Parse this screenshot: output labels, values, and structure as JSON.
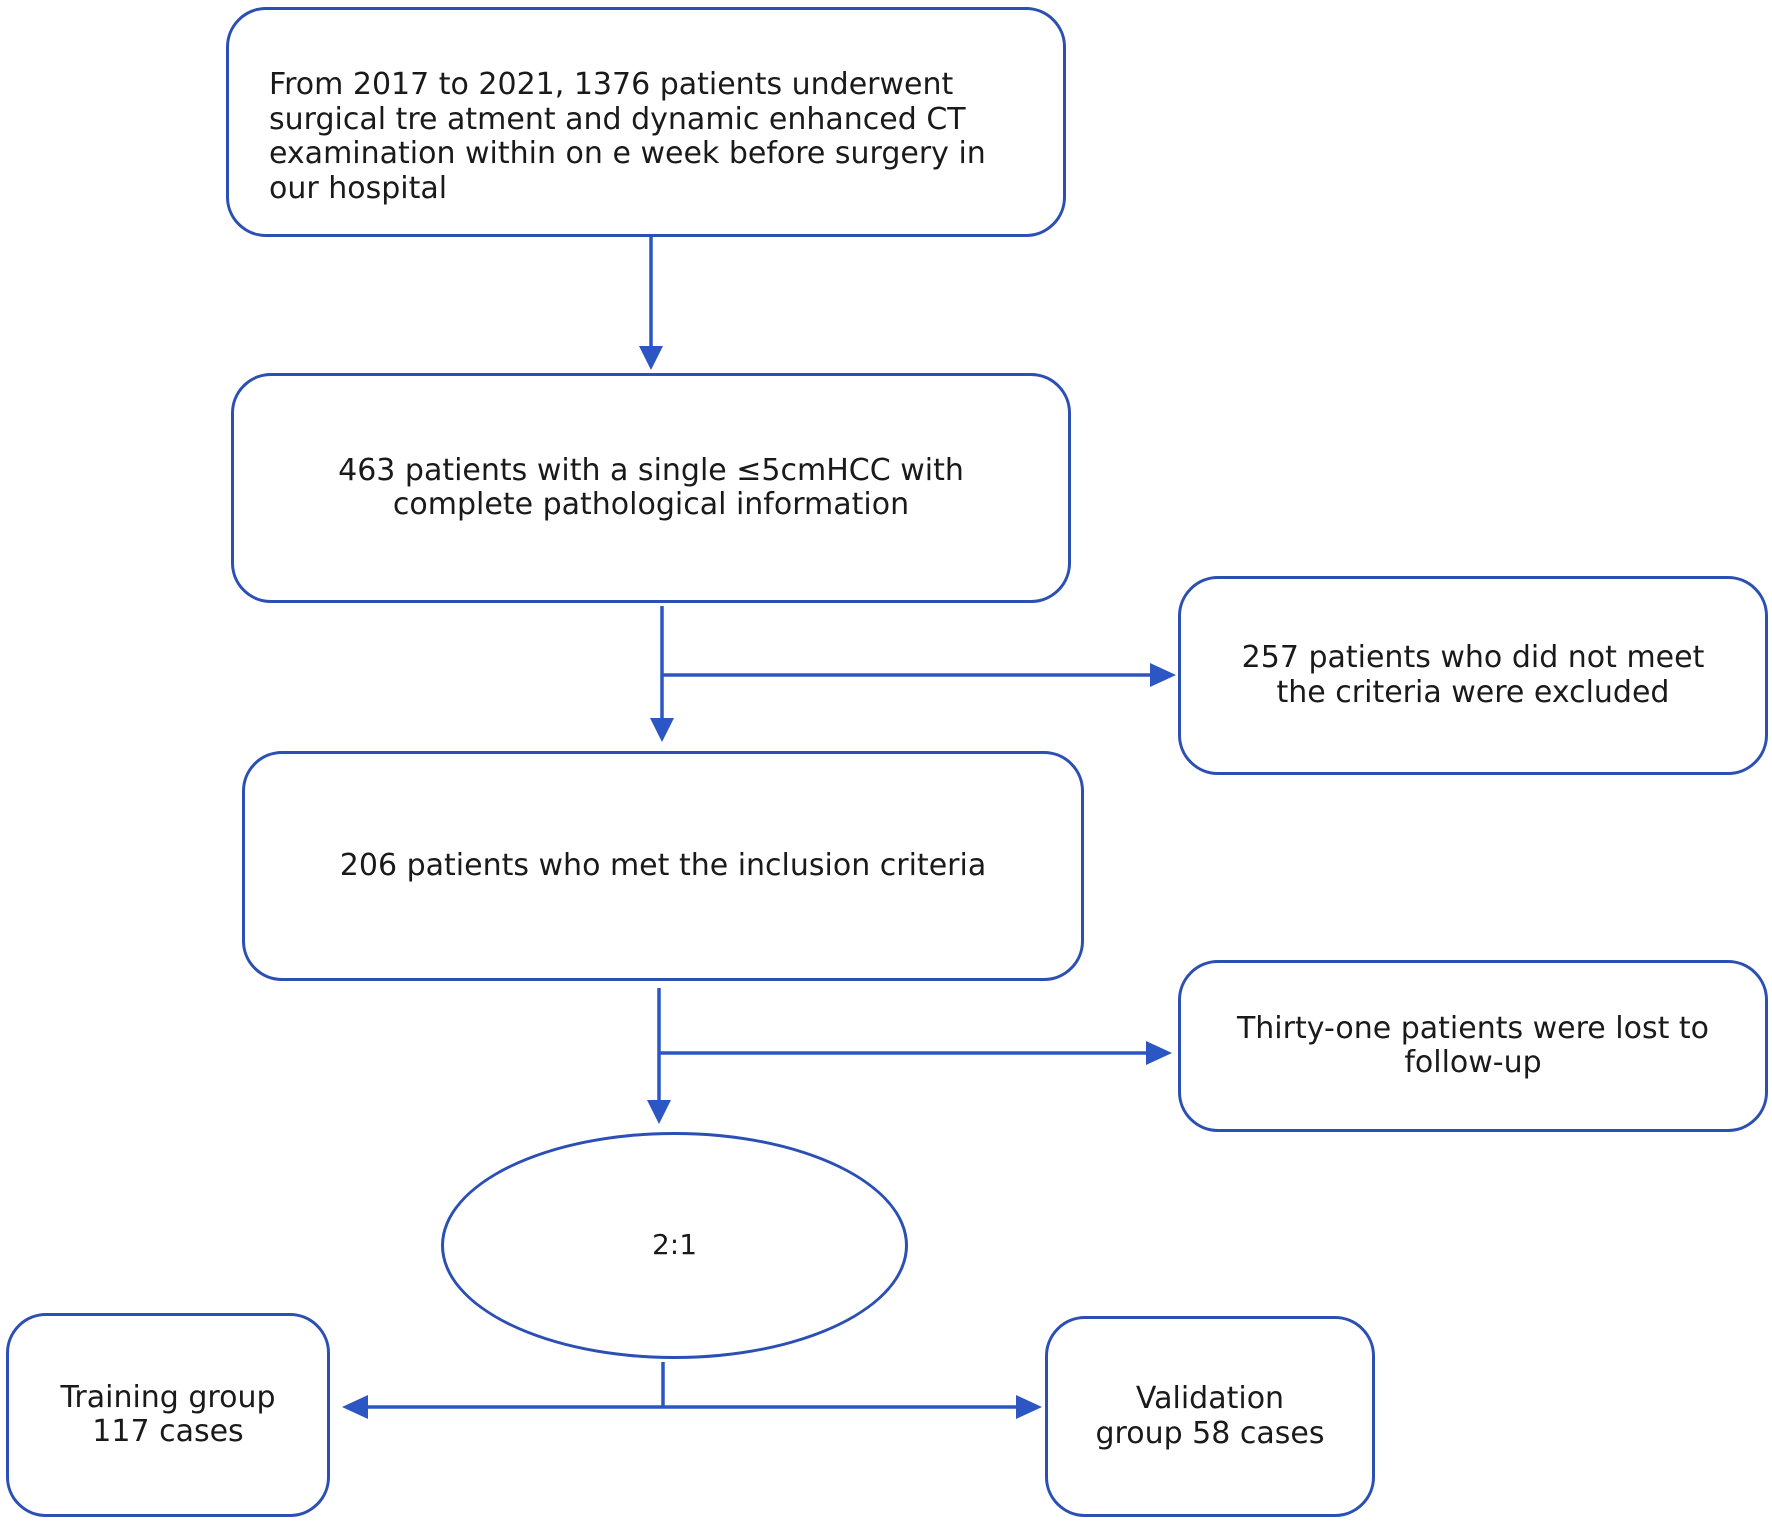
{
  "nodes": {
    "screening": "From 2017 to 2021, 1376 patients underwent surgical tre atment and dynamic enhanced CT examination within on e week before surgery in our hospital",
    "single_hcc": "463 patients with a single ≤5cmHCC with complete pathological information",
    "excluded": "257 patients who did not meet the criteria were excluded",
    "inclusion": "206 patients who met the inclusion criteria",
    "lost_followup": "Thirty-one patients were lost to follow-up",
    "ratio": "2:1",
    "training": "Training group 117 cases",
    "validation": "Validation group 58 cases"
  },
  "colors": {
    "box_border": "#2b4fb3",
    "arrow": "#2b56c4",
    "text": "#1a1a1a"
  }
}
